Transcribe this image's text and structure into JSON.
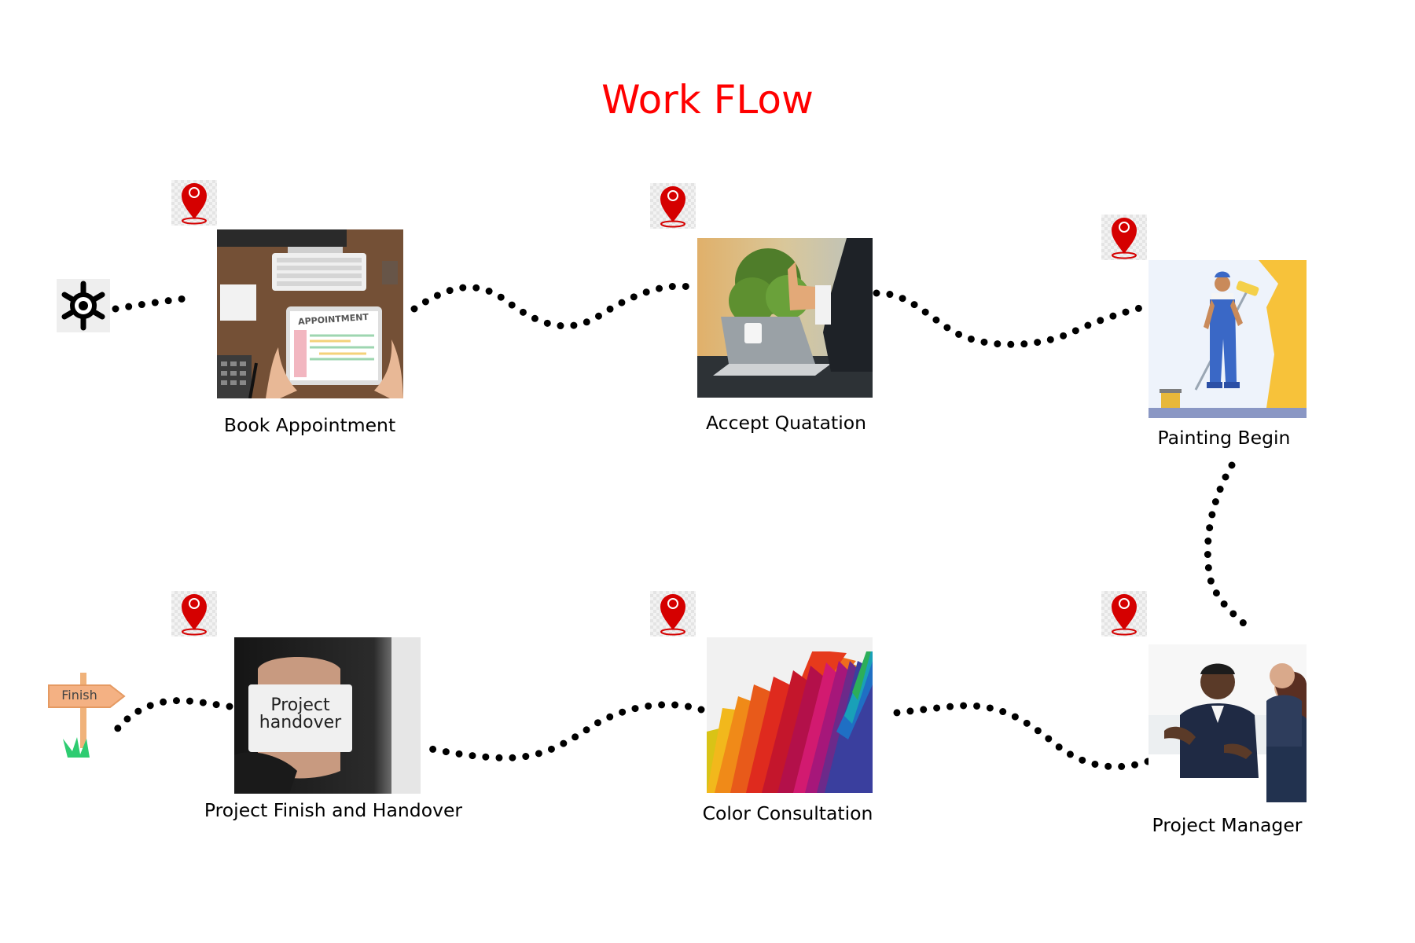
{
  "title": "Work FLow",
  "steps": [
    {
      "label": "Book Appointment",
      "photo_text": "APPOINTMENT"
    },
    {
      "label": "Accept Quatation"
    },
    {
      "label": "Painting Begin"
    },
    {
      "label": "Project Manager"
    },
    {
      "label": "Color  Consultation"
    },
    {
      "label": "Project Finish and Handover",
      "card_line1": "Project",
      "card_line2": "handover"
    }
  ],
  "start_icon": "ship-wheel-icon",
  "end_icon": "finish-signpost-icon",
  "finish_sign_text": "Finish",
  "marker_icon": "map-pin-icon",
  "connector_style": "dotted",
  "colors": {
    "title": "#ff0000",
    "pin": "#d50000",
    "text": "#000000"
  }
}
